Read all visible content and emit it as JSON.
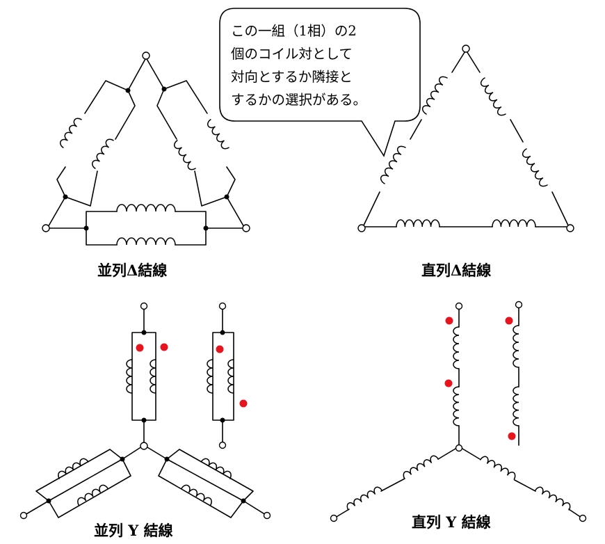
{
  "callout": {
    "lines": [
      "この一組（1相）の2",
      "個のコイル対として",
      "対向とするか隣接と",
      "するかの選択がある。"
    ]
  },
  "captions": {
    "parallel_delta": "並列Δ結線",
    "series_delta": "直列Δ結線",
    "parallel_y": "並列 Y 結線",
    "series_y": "直列 Y 結線"
  },
  "colors": {
    "wire": "#000000",
    "polarity_mark": "#e8141d"
  }
}
